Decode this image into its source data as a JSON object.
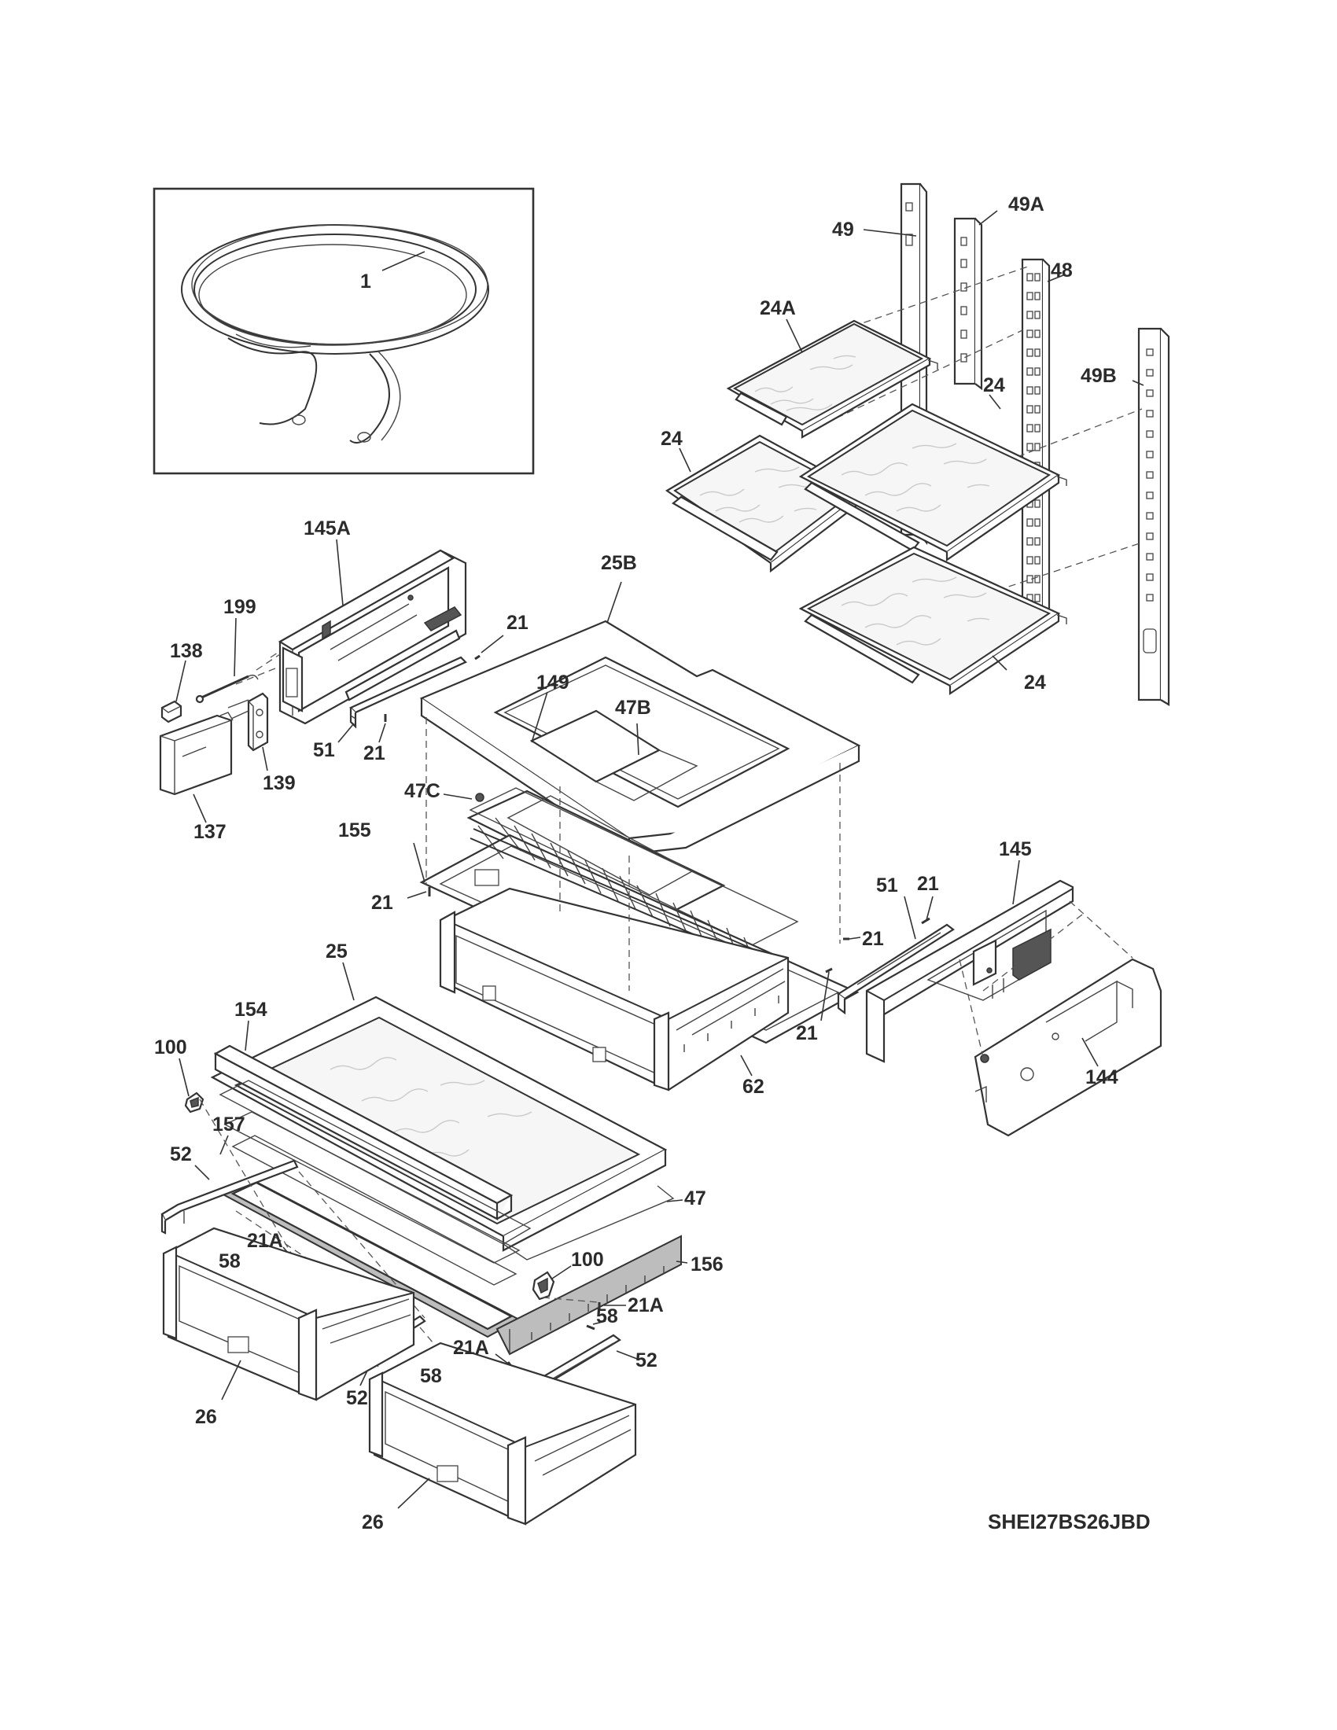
{
  "model_code": "SHEI27BS26JBD",
  "part_labels": {
    "p1": "1",
    "p49": "49",
    "p49A": "49A",
    "p48": "48",
    "p49B": "49B",
    "p24A": "24A",
    "p24_left": "24",
    "p24_mid": "24",
    "p24_bottom": "24",
    "p145A": "145A",
    "p199": "199",
    "p138": "138",
    "p139": "139",
    "p137": "137",
    "p21_a": "21",
    "p21_b": "21",
    "p21_c": "21",
    "p21_d": "21",
    "p21_e": "21",
    "p21_f": "21",
    "p51_left": "51",
    "p51_right": "51",
    "p25B": "25B",
    "p149": "149",
    "p47B": "47B",
    "p47C": "47C",
    "p155": "155",
    "p145": "145",
    "p144": "144",
    "p62": "62",
    "p25": "25",
    "p154": "154",
    "p100_left": "100",
    "p100_right": "100",
    "p157": "157",
    "p52_left": "52",
    "p52_mid": "52",
    "p52_right": "52",
    "p47": "47",
    "p156": "156",
    "p21A_left": "21A",
    "p21A_mid": "21A",
    "p21A_right": "21A",
    "p58_left": "58",
    "p58_mid": "58",
    "p58_right": "58",
    "p26_left": "26",
    "p26_bottom": "26"
  }
}
